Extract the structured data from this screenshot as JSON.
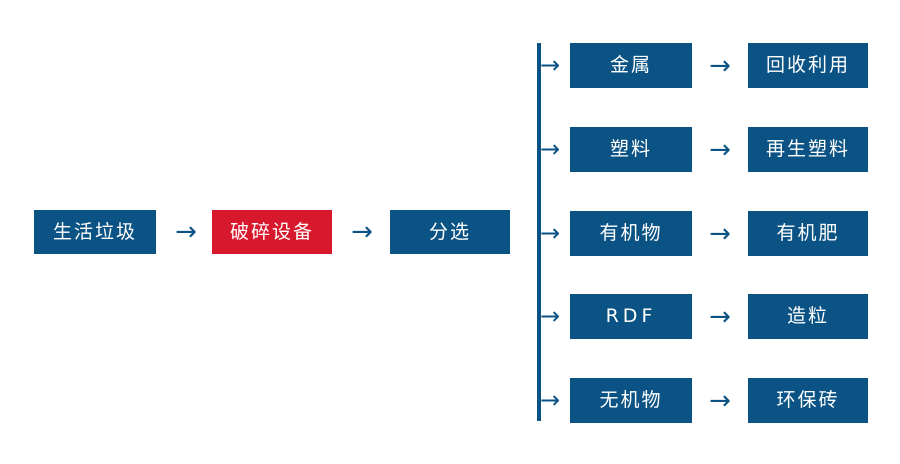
{
  "diagram": {
    "type": "process-flowchart",
    "title_present": false,
    "colors": {
      "primary_blue": "#0B5384",
      "highlight_red": "#D8182C",
      "node_text": "#FFFFFF",
      "background": "#FFFFFF",
      "connector": "#0B5384"
    },
    "arrow_glyph": "→",
    "main_flow": [
      {
        "label": "生活垃圾",
        "style": "blue"
      },
      {
        "label": "破碎设备",
        "style": "red"
      },
      {
        "label": "分选",
        "style": "blue"
      }
    ],
    "branch_rows": [
      {
        "fraction": "金属",
        "product": "回收利用",
        "fraction_script": "cjk"
      },
      {
        "fraction": "塑料",
        "product": "再生塑料",
        "fraction_script": "cjk"
      },
      {
        "fraction": "有机物",
        "product": "有机肥",
        "fraction_script": "cjk"
      },
      {
        "fraction": "RDF",
        "product": "造粒",
        "fraction_script": "latin"
      },
      {
        "fraction": "无机物",
        "product": "环保砖",
        "fraction_script": "cjk"
      }
    ]
  }
}
